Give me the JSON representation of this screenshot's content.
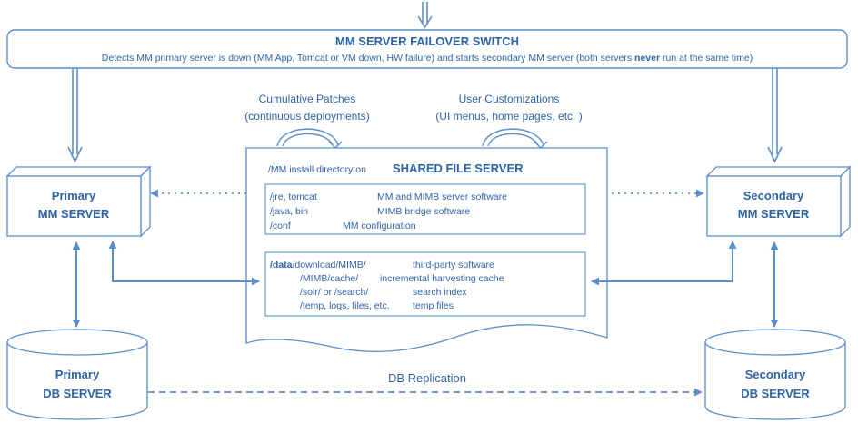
{
  "colors": {
    "line": "#5b8fcb",
    "text_blue": "#2f63a8",
    "text_dark": "#3a5f8f",
    "fill": "#ffffff"
  },
  "switch": {
    "title": "MM SERVER FAILOVER SWITCH",
    "desc_before": "Detects MM primary server is down (MM App, Tomcat or VM down, HW failure) and starts secondary MM server (both servers ",
    "desc_bold": "never",
    "desc_after": " run at the same time)"
  },
  "patches": {
    "line1": "Cumulative Patches",
    "line2": "(continuous deployments)"
  },
  "customizations": {
    "line1": "User Customizations",
    "line2": "(UI menus, home pages, etc. )"
  },
  "shared": {
    "install_prefix": "/MM install directory on",
    "title": "SHARED FILE SERVER",
    "software_rows": [
      {
        "path": "/jre, tomcat",
        "desc": "MM and MIMB server software"
      },
      {
        "path": "/java, bin",
        "desc": "MIMB bridge software"
      },
      {
        "path": "/conf",
        "desc": "MM configuration"
      }
    ],
    "data_root": "/data",
    "data_rows": [
      {
        "path": "/download/MIMB/",
        "desc": "third-party software"
      },
      {
        "path": "/MIMB/cache/",
        "desc": "incremental harvesting cache"
      },
      {
        "path": "/solr/ or /search/",
        "desc": "search index"
      },
      {
        "path": "/temp, logs, files, etc.",
        "desc": "temp files"
      }
    ]
  },
  "primary_mm": {
    "line1": "Primary",
    "line2": "MM SERVER"
  },
  "secondary_mm": {
    "line1": "Secondary",
    "line2": "MM SERVER"
  },
  "primary_db": {
    "line1": "Primary",
    "line2": "DB SERVER"
  },
  "secondary_db": {
    "line1": "Secondary",
    "line2": "DB SERVER"
  },
  "replication_label": "DB Replication"
}
